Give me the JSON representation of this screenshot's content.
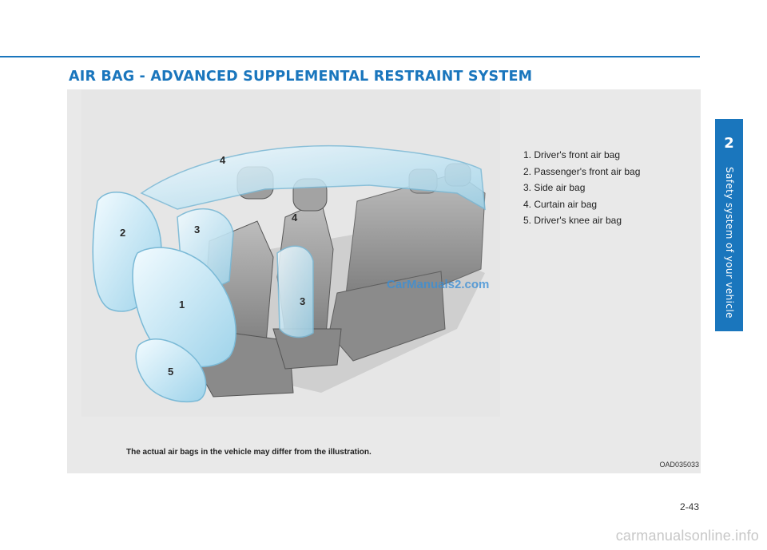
{
  "header": {
    "title": "AIR BAG - ADVANCED SUPPLEMENTAL RESTRAINT SYSTEM",
    "accent_color": "#1a76bd"
  },
  "figure": {
    "labels": [
      "2",
      "3",
      "4",
      "4",
      "1",
      "3",
      "5"
    ],
    "legend": [
      "1. Driver's front air bag",
      "2. Passenger's front air bag",
      "3. Side air bag",
      "4. Curtain air bag",
      "5. Driver's knee air bag"
    ],
    "caption": "The actual air bags in the vehicle may differ from the illustration.",
    "code": "OAD035033",
    "watermark": "CarManuals2.com"
  },
  "side_tab": {
    "number": "2",
    "text": "Safety system of your vehicle"
  },
  "footer": {
    "page_number": "2-43",
    "site": "carmanualsonline.info"
  }
}
